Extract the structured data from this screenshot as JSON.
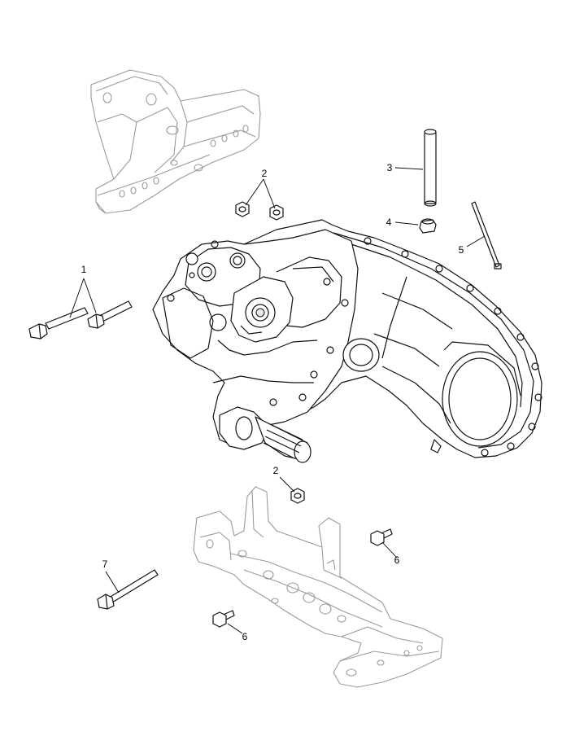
{
  "callouts": {
    "c1": "1",
    "c2a": "2",
    "c2b": "2",
    "c3": "3",
    "c4": "4",
    "c5": "5",
    "c6a": "6",
    "c6b": "6",
    "c7": "7"
  },
  "colors": {
    "line_dark": "#111111",
    "line_light": "#9a9a9a",
    "background": "#ffffff"
  }
}
